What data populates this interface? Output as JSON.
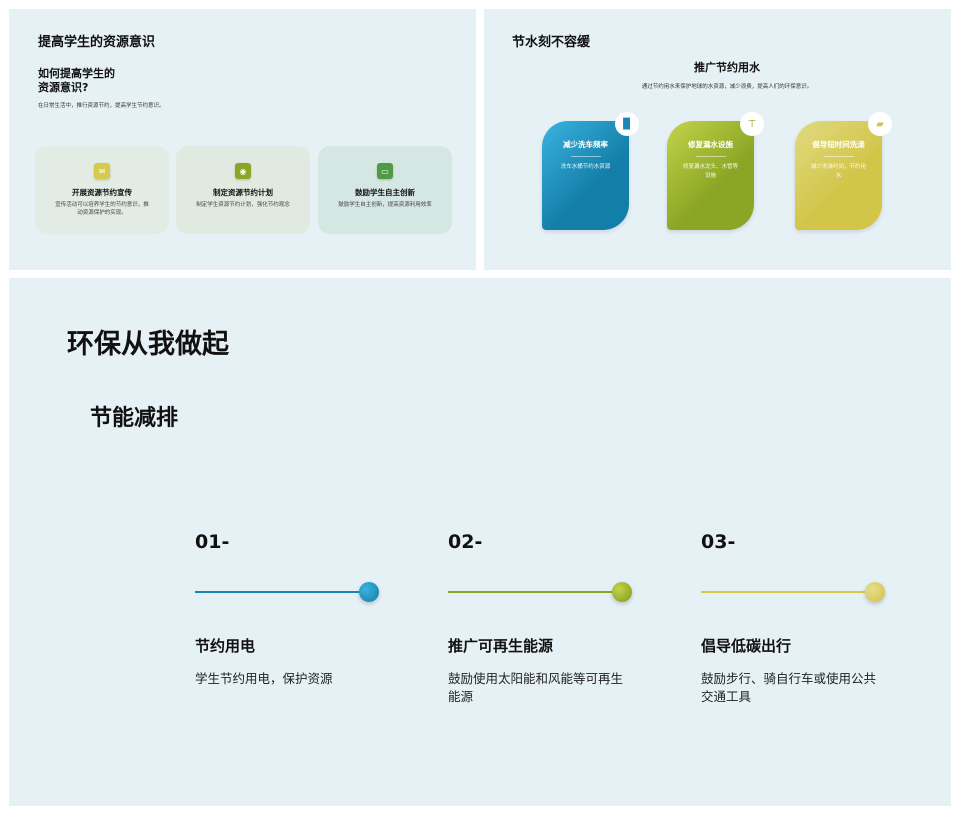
{
  "slide1": {
    "title": "提高学生的资源意识",
    "subtitle_line1": "如何提高学生的",
    "subtitle_line2": "资源意识?",
    "desc": "在日常生活中，推行资源节约，提高学生节约意识。",
    "cards": [
      {
        "title": "开展资源节约宣传",
        "desc": "宣传活动可以培养学生的节约意识，推动资源保护的实现。",
        "icon": "mail-icon"
      },
      {
        "title": "制定资源节约计划",
        "desc": "制定学生资源节约计划，强化节约观念",
        "icon": "target-icon"
      },
      {
        "title": "鼓励学生自主创新",
        "desc": "鼓励学生自主创新，提高资源利用效率",
        "icon": "chat-icon"
      }
    ]
  },
  "slide2": {
    "title": "节水刻不容缓",
    "heading": "推广节约用水",
    "desc": "通过节约用水来保护地球的水资源，减少浪费，提高人们的环保意识。",
    "cards": [
      {
        "title": "减少洗车频率",
        "desc": "洗车水桶节约水资源",
        "icon": "document-icon"
      },
      {
        "title": "修复漏水设施",
        "desc": "修复漏水龙头、水管等设施",
        "icon": "hierarchy-icon"
      },
      {
        "title": "倡导短时间洗澡",
        "desc": "减少洗澡时间，节约用水",
        "icon": "image-icon"
      }
    ]
  },
  "slide3": {
    "title": "环保从我做起",
    "subtitle": "节能减排",
    "steps": [
      {
        "num": "01-",
        "title": "节约用电",
        "desc": "学生节约用电，保护资源",
        "color": "#1a86b8"
      },
      {
        "num": "02-",
        "title": "推广可再生能源",
        "desc": "鼓励使用太阳能和风能等可再生能源",
        "color": "#8ba524"
      },
      {
        "num": "03-",
        "title": "倡导低碳出行",
        "desc": "鼓励步行、骑自行车或使用公共交通工具",
        "color": "#d4c94a"
      }
    ]
  }
}
